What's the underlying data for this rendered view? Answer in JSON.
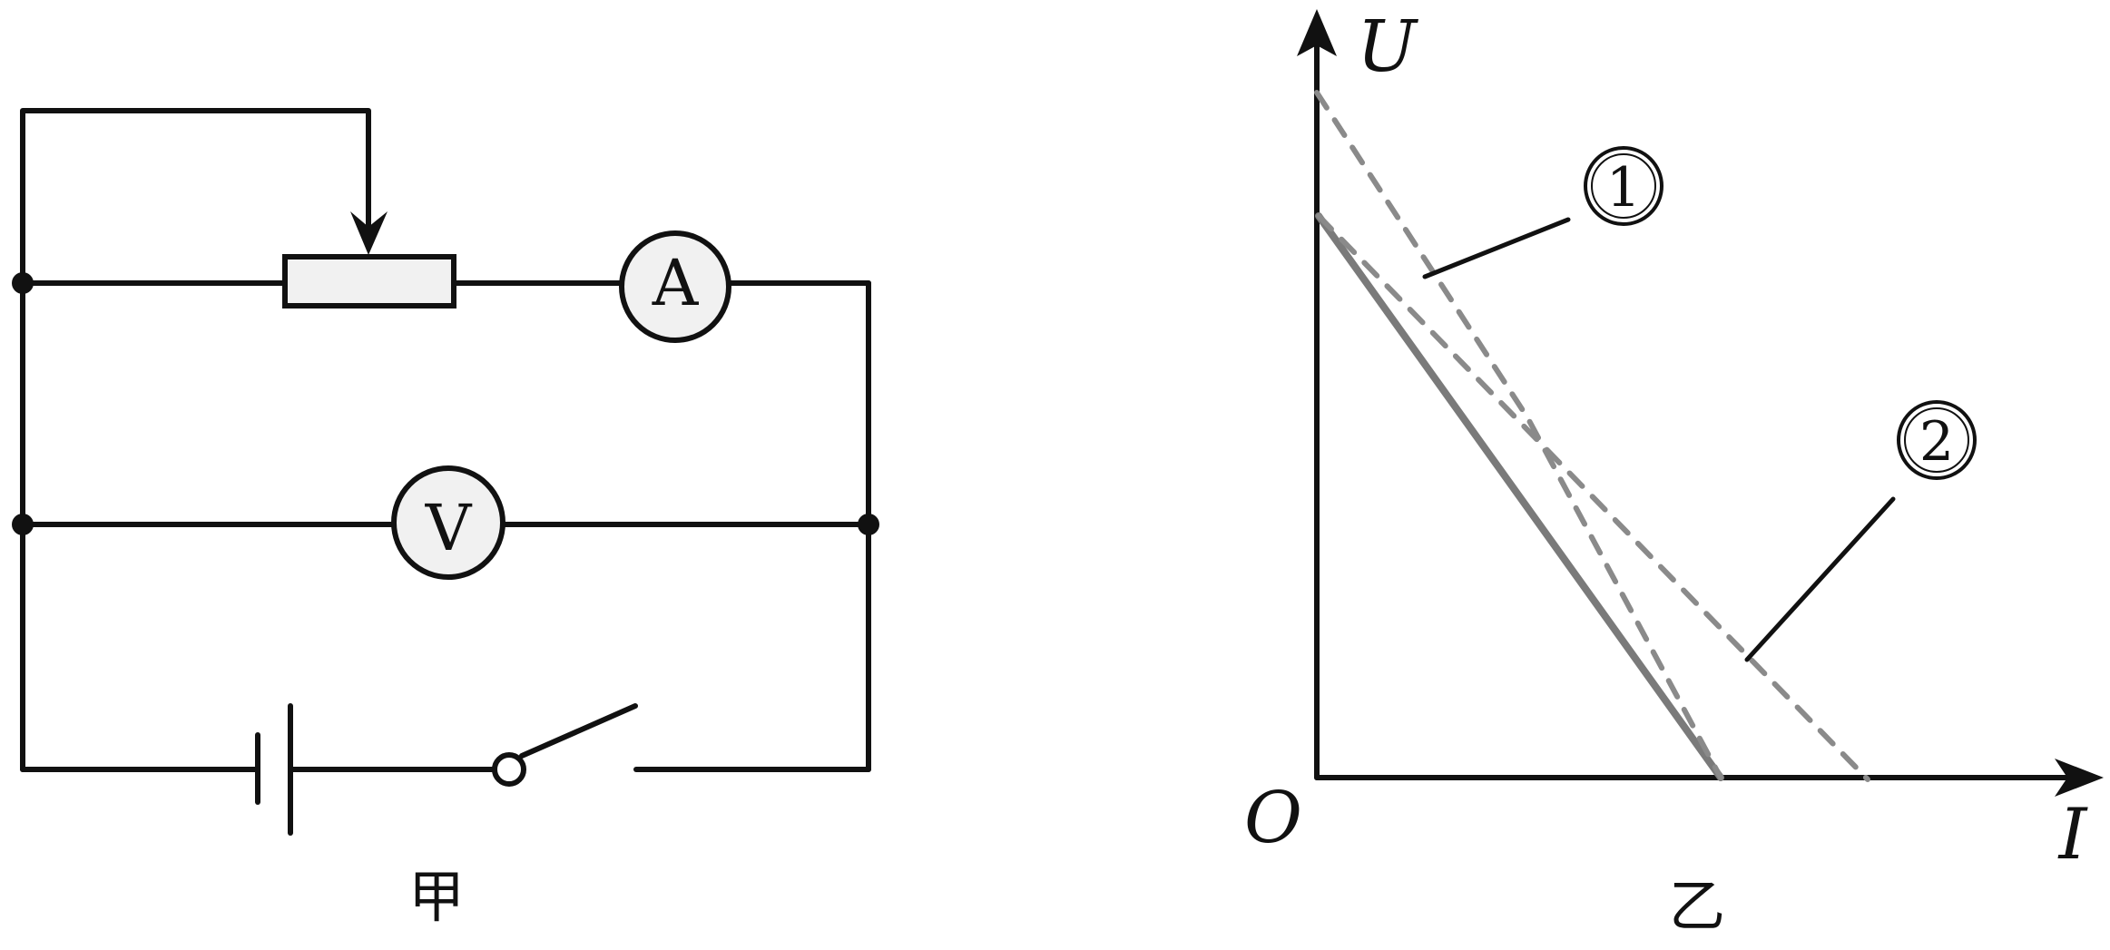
{
  "circuit": {
    "ammeter_label": "A",
    "voltmeter_label": "V",
    "caption": "甲"
  },
  "graph": {
    "y_axis_label": "U",
    "x_axis_label": "I",
    "origin_label": "O",
    "caption": "乙",
    "line_labels": [
      "1",
      "2"
    ],
    "colors": {
      "solid_line": "#7a7a7a",
      "dashed_line": "#8a8a8a",
      "axes": "#111111"
    }
  }
}
